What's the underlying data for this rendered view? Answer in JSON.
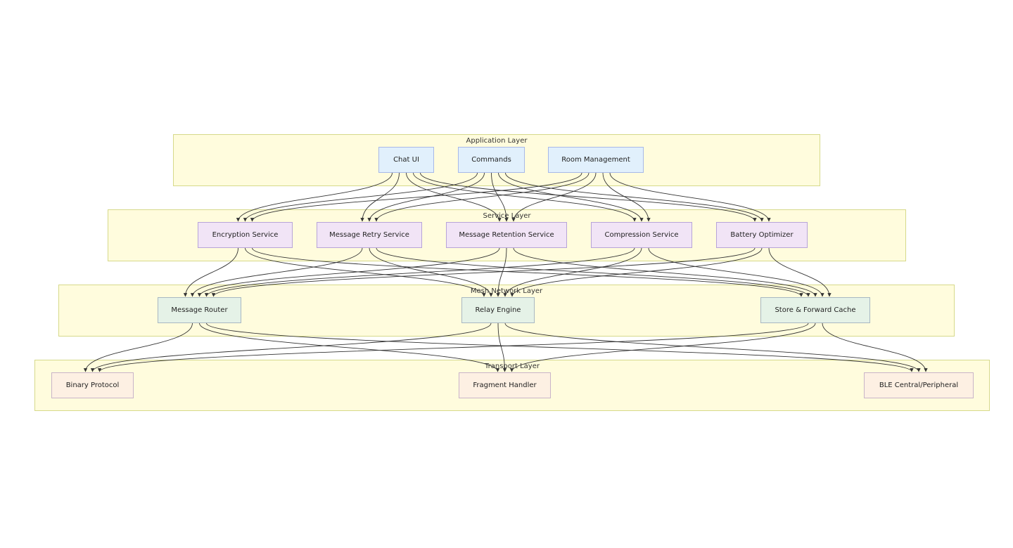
{
  "layers": {
    "application": {
      "title": "Application Layer"
    },
    "service": {
      "title": "Service Layer"
    },
    "mesh": {
      "title": "Mesh Network Layer"
    },
    "transport": {
      "title": "Transport Layer"
    }
  },
  "nodes": {
    "chat_ui": "Chat UI",
    "commands": "Commands",
    "room_management": "Room Management",
    "encryption_service": "Encryption Service",
    "message_retry_service": "Message Retry Service",
    "message_retention_service": "Message Retention Service",
    "compression_service": "Compression Service",
    "battery_optimizer": "Battery Optimizer",
    "message_router": "Message Router",
    "relay_engine": "Relay Engine",
    "store_forward_cache": "Store & Forward Cache",
    "binary_protocol": "Binary Protocol",
    "fragment_handler": "Fragment Handler",
    "ble_central_peripheral": "BLE Central/Peripheral"
  },
  "edges": [
    [
      "chat_ui",
      "encryption_service"
    ],
    [
      "chat_ui",
      "message_retry_service"
    ],
    [
      "chat_ui",
      "message_retention_service"
    ],
    [
      "chat_ui",
      "compression_service"
    ],
    [
      "chat_ui",
      "battery_optimizer"
    ],
    [
      "commands",
      "encryption_service"
    ],
    [
      "commands",
      "message_retry_service"
    ],
    [
      "commands",
      "message_retention_service"
    ],
    [
      "commands",
      "compression_service"
    ],
    [
      "commands",
      "battery_optimizer"
    ],
    [
      "room_management",
      "encryption_service"
    ],
    [
      "room_management",
      "message_retry_service"
    ],
    [
      "room_management",
      "message_retention_service"
    ],
    [
      "room_management",
      "compression_service"
    ],
    [
      "room_management",
      "battery_optimizer"
    ],
    [
      "encryption_service",
      "message_router"
    ],
    [
      "encryption_service",
      "relay_engine"
    ],
    [
      "encryption_service",
      "store_forward_cache"
    ],
    [
      "message_retry_service",
      "message_router"
    ],
    [
      "message_retry_service",
      "relay_engine"
    ],
    [
      "message_retry_service",
      "store_forward_cache"
    ],
    [
      "message_retention_service",
      "message_router"
    ],
    [
      "message_retention_service",
      "relay_engine"
    ],
    [
      "message_retention_service",
      "store_forward_cache"
    ],
    [
      "compression_service",
      "message_router"
    ],
    [
      "compression_service",
      "relay_engine"
    ],
    [
      "compression_service",
      "store_forward_cache"
    ],
    [
      "battery_optimizer",
      "message_router"
    ],
    [
      "battery_optimizer",
      "relay_engine"
    ],
    [
      "battery_optimizer",
      "store_forward_cache"
    ],
    [
      "message_router",
      "binary_protocol"
    ],
    [
      "message_router",
      "fragment_handler"
    ],
    [
      "message_router",
      "ble_central_peripheral"
    ],
    [
      "relay_engine",
      "binary_protocol"
    ],
    [
      "relay_engine",
      "fragment_handler"
    ],
    [
      "relay_engine",
      "ble_central_peripheral"
    ],
    [
      "store_forward_cache",
      "binary_protocol"
    ],
    [
      "store_forward_cache",
      "fragment_handler"
    ],
    [
      "store_forward_cache",
      "ble_central_peripheral"
    ]
  ],
  "colors": {
    "layer_fill": "#fffcdd",
    "layer_border": "#d6d98a",
    "app_node": "#e1f0fc",
    "service_node": "#f1e4f6",
    "mesh_node": "#e5f2e7",
    "transport_node": "#fdf0e3",
    "edge": "#333333"
  }
}
